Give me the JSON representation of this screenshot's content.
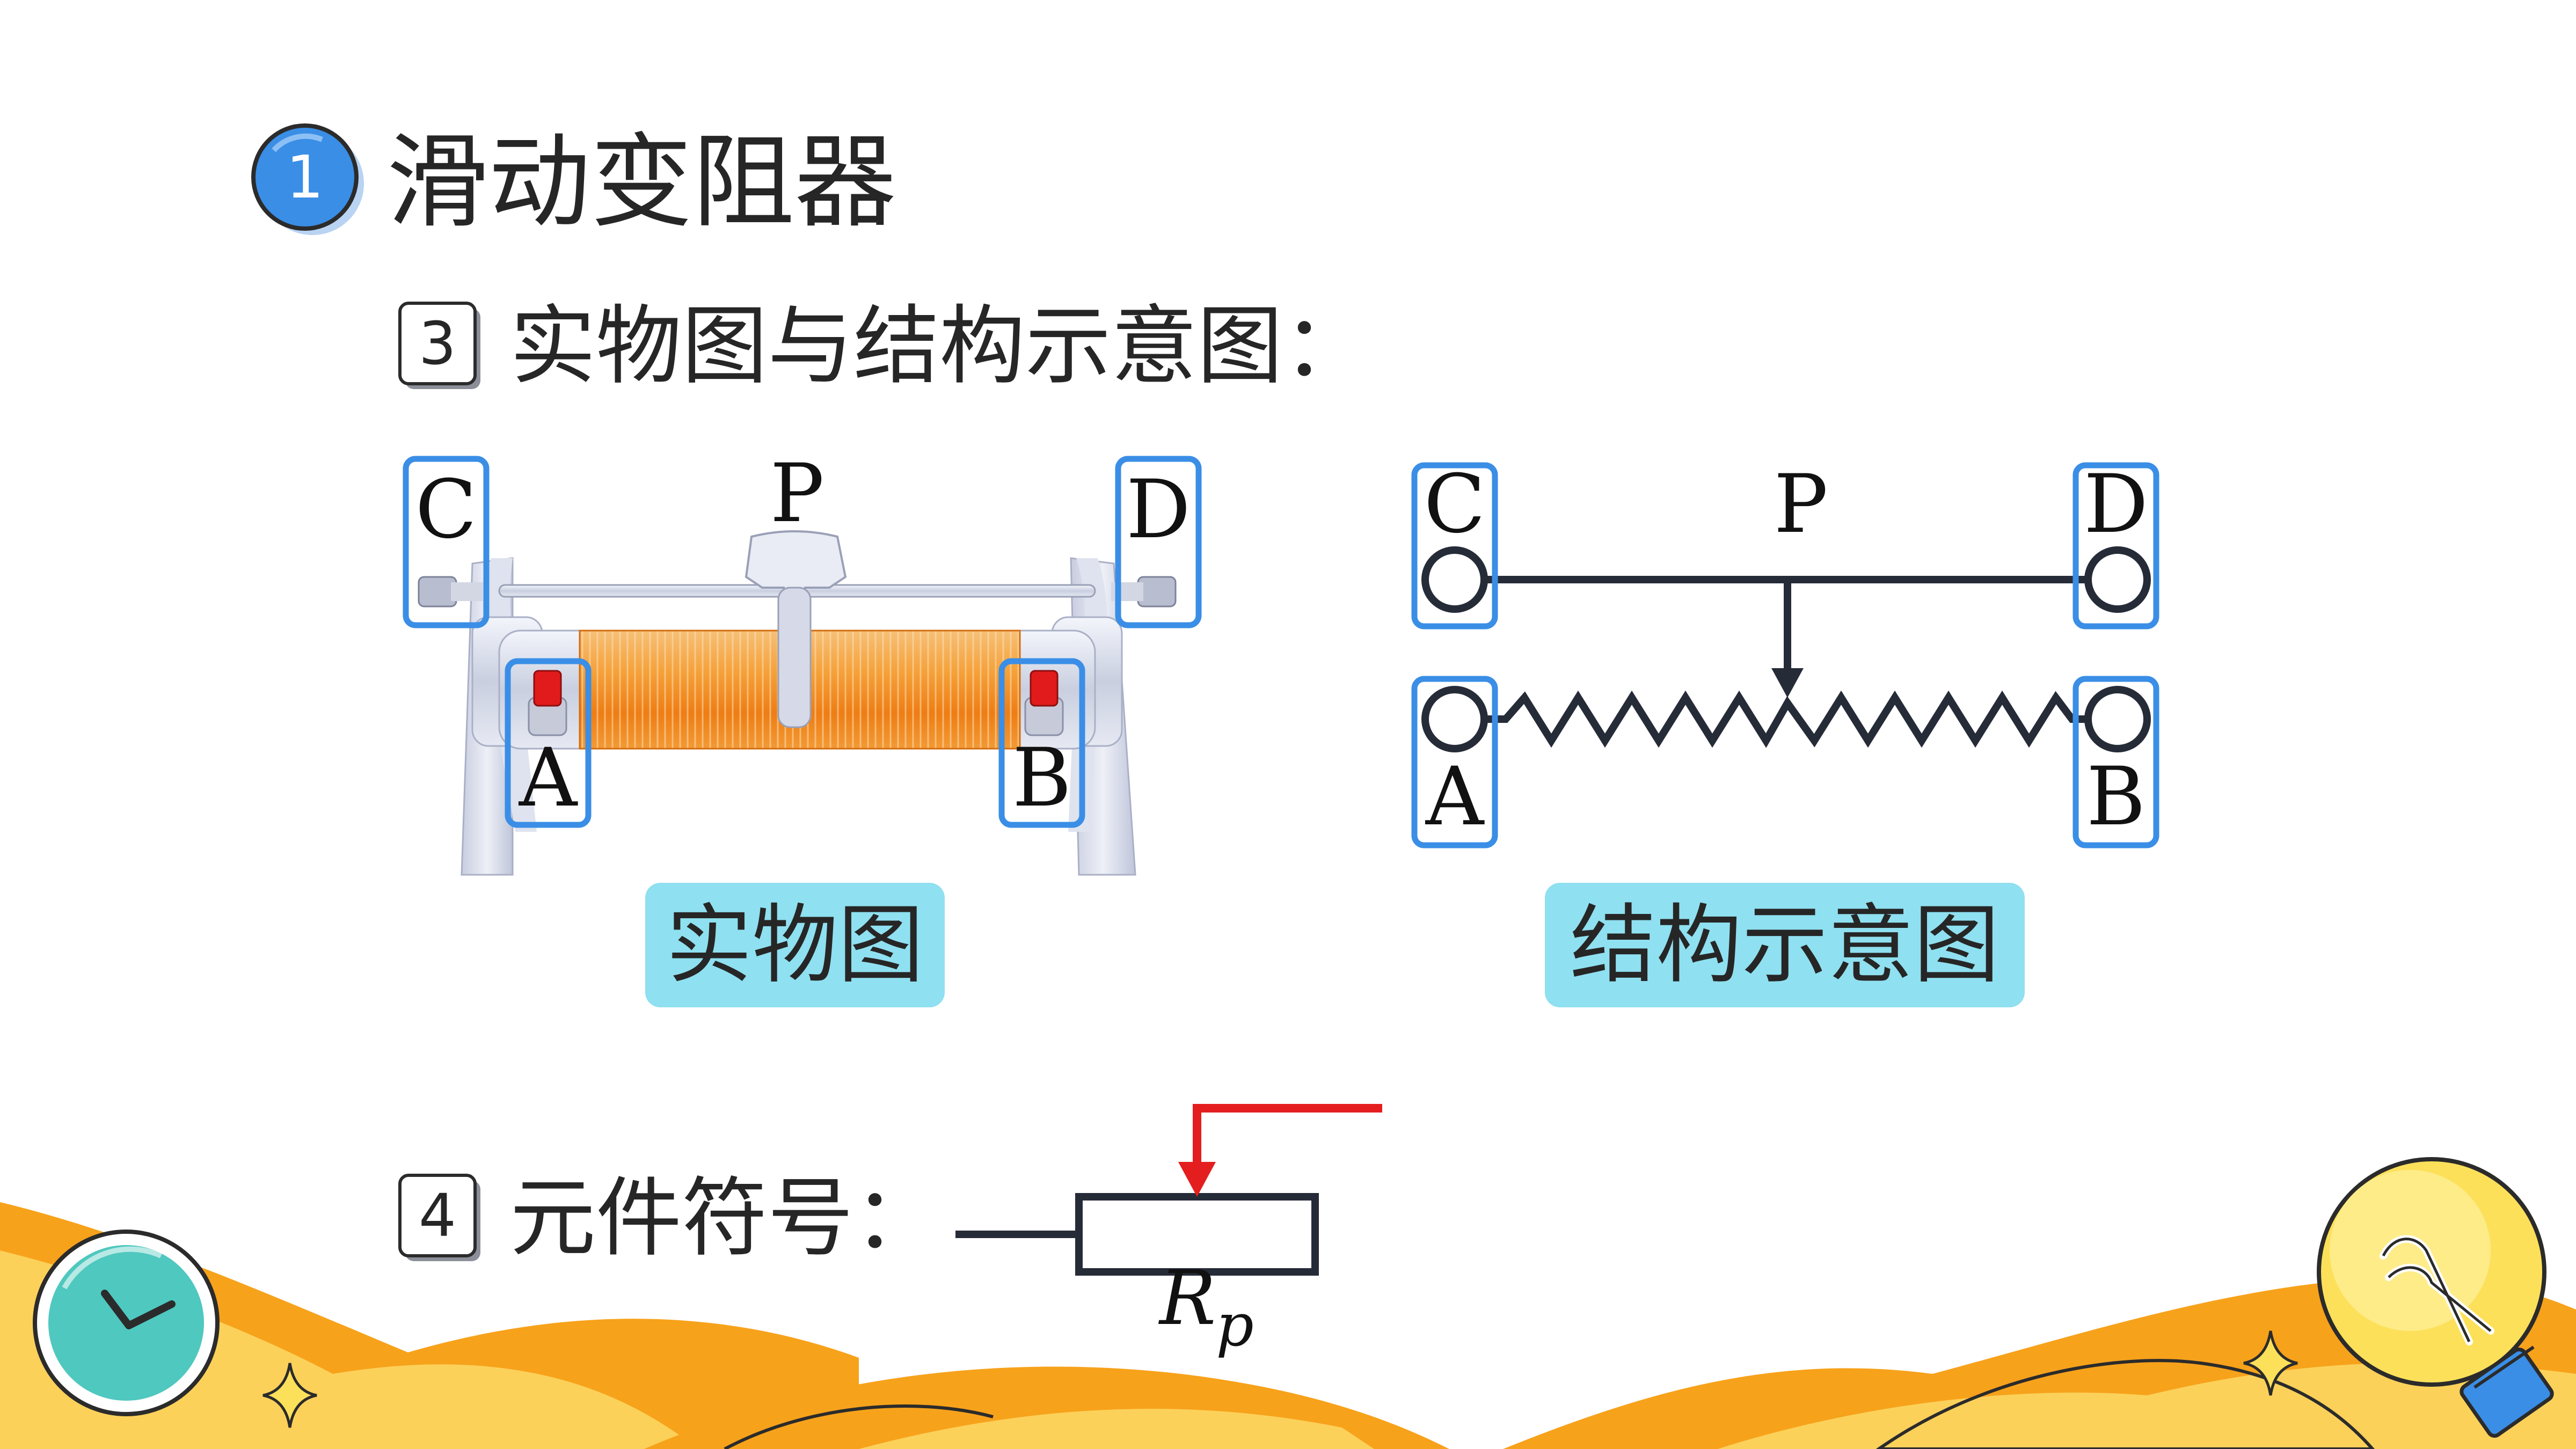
{
  "heading": {
    "number": "1",
    "title": "滑动变阻器"
  },
  "section3": {
    "number": "3",
    "title": "实物图与结构示意图："
  },
  "photo": {
    "terminal_c": "C",
    "terminal_d": "D",
    "terminal_a": "A",
    "terminal_b": "B",
    "slider_p": "P",
    "caption": "实物图"
  },
  "structure": {
    "terminal_c": "C",
    "terminal_d": "D",
    "terminal_a": "A",
    "terminal_b": "B",
    "slider_p": "P",
    "caption": "结构示意图"
  },
  "section4": {
    "number": "4",
    "title": "元件符号："
  },
  "symbol": {
    "label_main": "R",
    "label_sub": "p"
  },
  "colors": {
    "accent_blue": "#3a8ee6",
    "caption_bg": "#8fe0f0",
    "line_dark": "#262b38",
    "arrow_red": "#e41e1e",
    "wave_orange": "#f7a21b",
    "wave_light": "#fcd15a",
    "coil_orange": "#f08a1c",
    "clock_teal": "#4fc8bf"
  },
  "icons": {
    "clock": "clock-icon",
    "bulb": "light-bulb-icon",
    "sparkle": "sparkle-icon"
  }
}
